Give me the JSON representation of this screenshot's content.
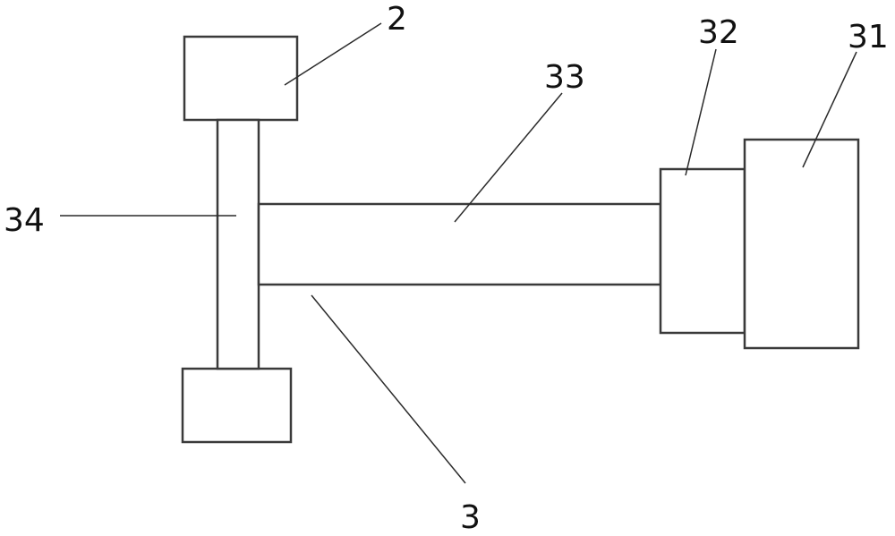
{
  "labels": {
    "part_2": "2",
    "part_3": "3",
    "part_31": "31",
    "part_32": "32",
    "part_33": "33",
    "part_34": "34"
  }
}
